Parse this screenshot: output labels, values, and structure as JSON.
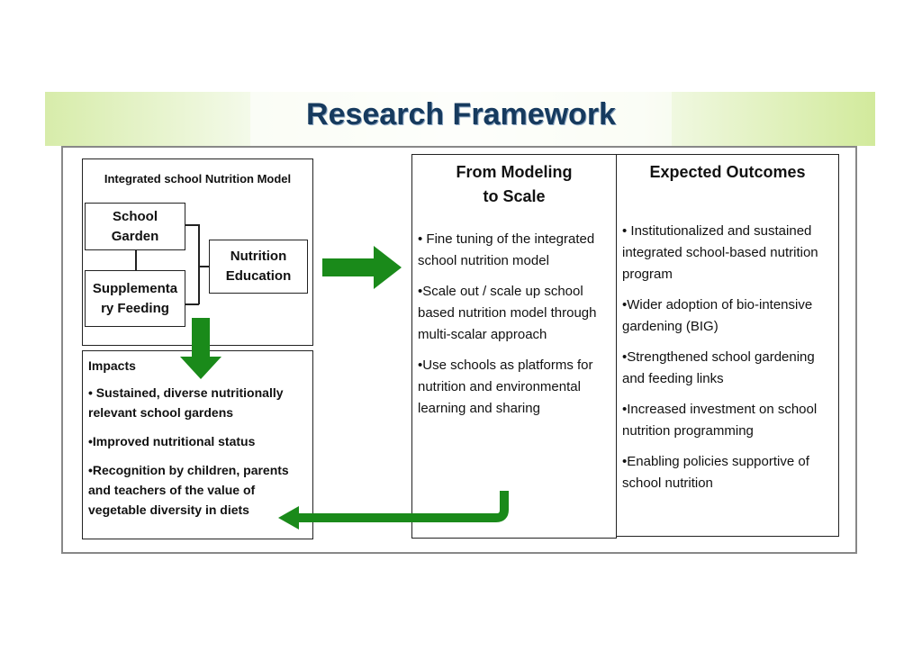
{
  "title": "Research Framework",
  "model": {
    "heading": "Integrated school Nutrition Model",
    "school_garden": "School Garden",
    "supplementary_feeding": "Supplementa ry Feeding",
    "nutrition_education": "Nutrition Education"
  },
  "impacts": {
    "heading": "Impacts",
    "items": [
      "• Sustained, diverse nutritionally relevant school gardens",
      "•Improved nutritional status",
      "•Recognition by children, parents and teachers of the value of vegetable diversity in diets"
    ]
  },
  "scale": {
    "heading": "From Modeling to Scale",
    "items": [
      "• Fine tuning of the integrated school nutrition model",
      "•Scale out / scale up school based nutrition model through multi-scalar approach",
      "•Use schools as platforms for nutrition and environmental learning and sharing"
    ]
  },
  "outcomes": {
    "heading": "Expected Outcomes",
    "items": [
      "• Institutionalized and sustained integrated school-based nutrition program",
      "•Wider adoption of bio-intensive gardening (BIG)",
      "•Strengthened school gardening and feeding links",
      "•Increased investment on school nutrition programming",
      "•Enabling policies supportive of school nutrition"
    ]
  },
  "colors": {
    "arrow": "#1a8a1a",
    "title": "#163a5e"
  }
}
